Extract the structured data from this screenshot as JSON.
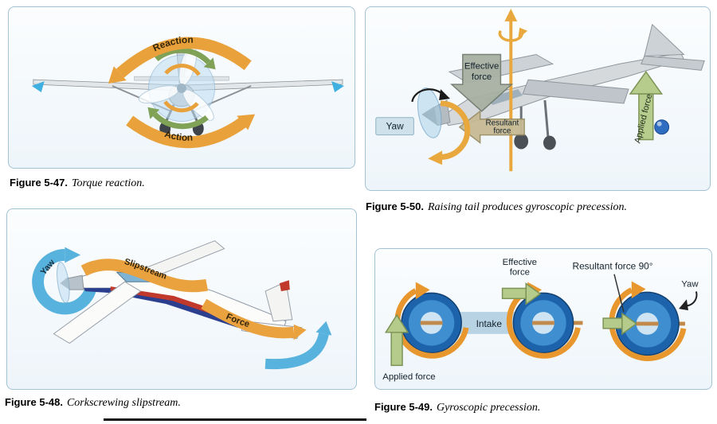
{
  "colors": {
    "panel_background": "#eef5fa",
    "panel_border": "#a3c2d4",
    "arrow_orange": "#e9a13b",
    "arrow_blue": "#57b2dd",
    "arrow_green": "#b6cc8d",
    "airplane_gray": "#d5d9dc",
    "ball_blue": "#2e6dc0"
  },
  "figures": {
    "fig47": {
      "caption_label": "Figure 5-47.",
      "caption_text": "Torque reaction.",
      "labels": {
        "reaction": "Reaction",
        "action": "Action"
      }
    },
    "fig48": {
      "caption_label": "Figure 5-48.",
      "caption_text": "Corkscrewing slipstream.",
      "labels": {
        "yaw": "Yaw",
        "slipstream": "Slipstream",
        "force": "Force"
      }
    },
    "fig49": {
      "caption_label": "Figure 5-49.",
      "caption_text": "Gyroscopic precession.",
      "labels": {
        "effective_force_lines": [
          "Effective",
          "force"
        ],
        "resultant_force": "Resultant force 90°",
        "yaw": "Yaw",
        "intake": "Intake",
        "applied_force": "Applied force"
      }
    },
    "fig50": {
      "caption_label": "Figure 5-50.",
      "caption_text": "Raising tail produces gyroscopic precession.",
      "labels": {
        "effective_force_lines": [
          "Effective",
          "force"
        ],
        "resultant_force_lines": [
          "Resultant",
          "force"
        ],
        "yaw": "Yaw",
        "applied_force": "Applied force"
      }
    }
  }
}
